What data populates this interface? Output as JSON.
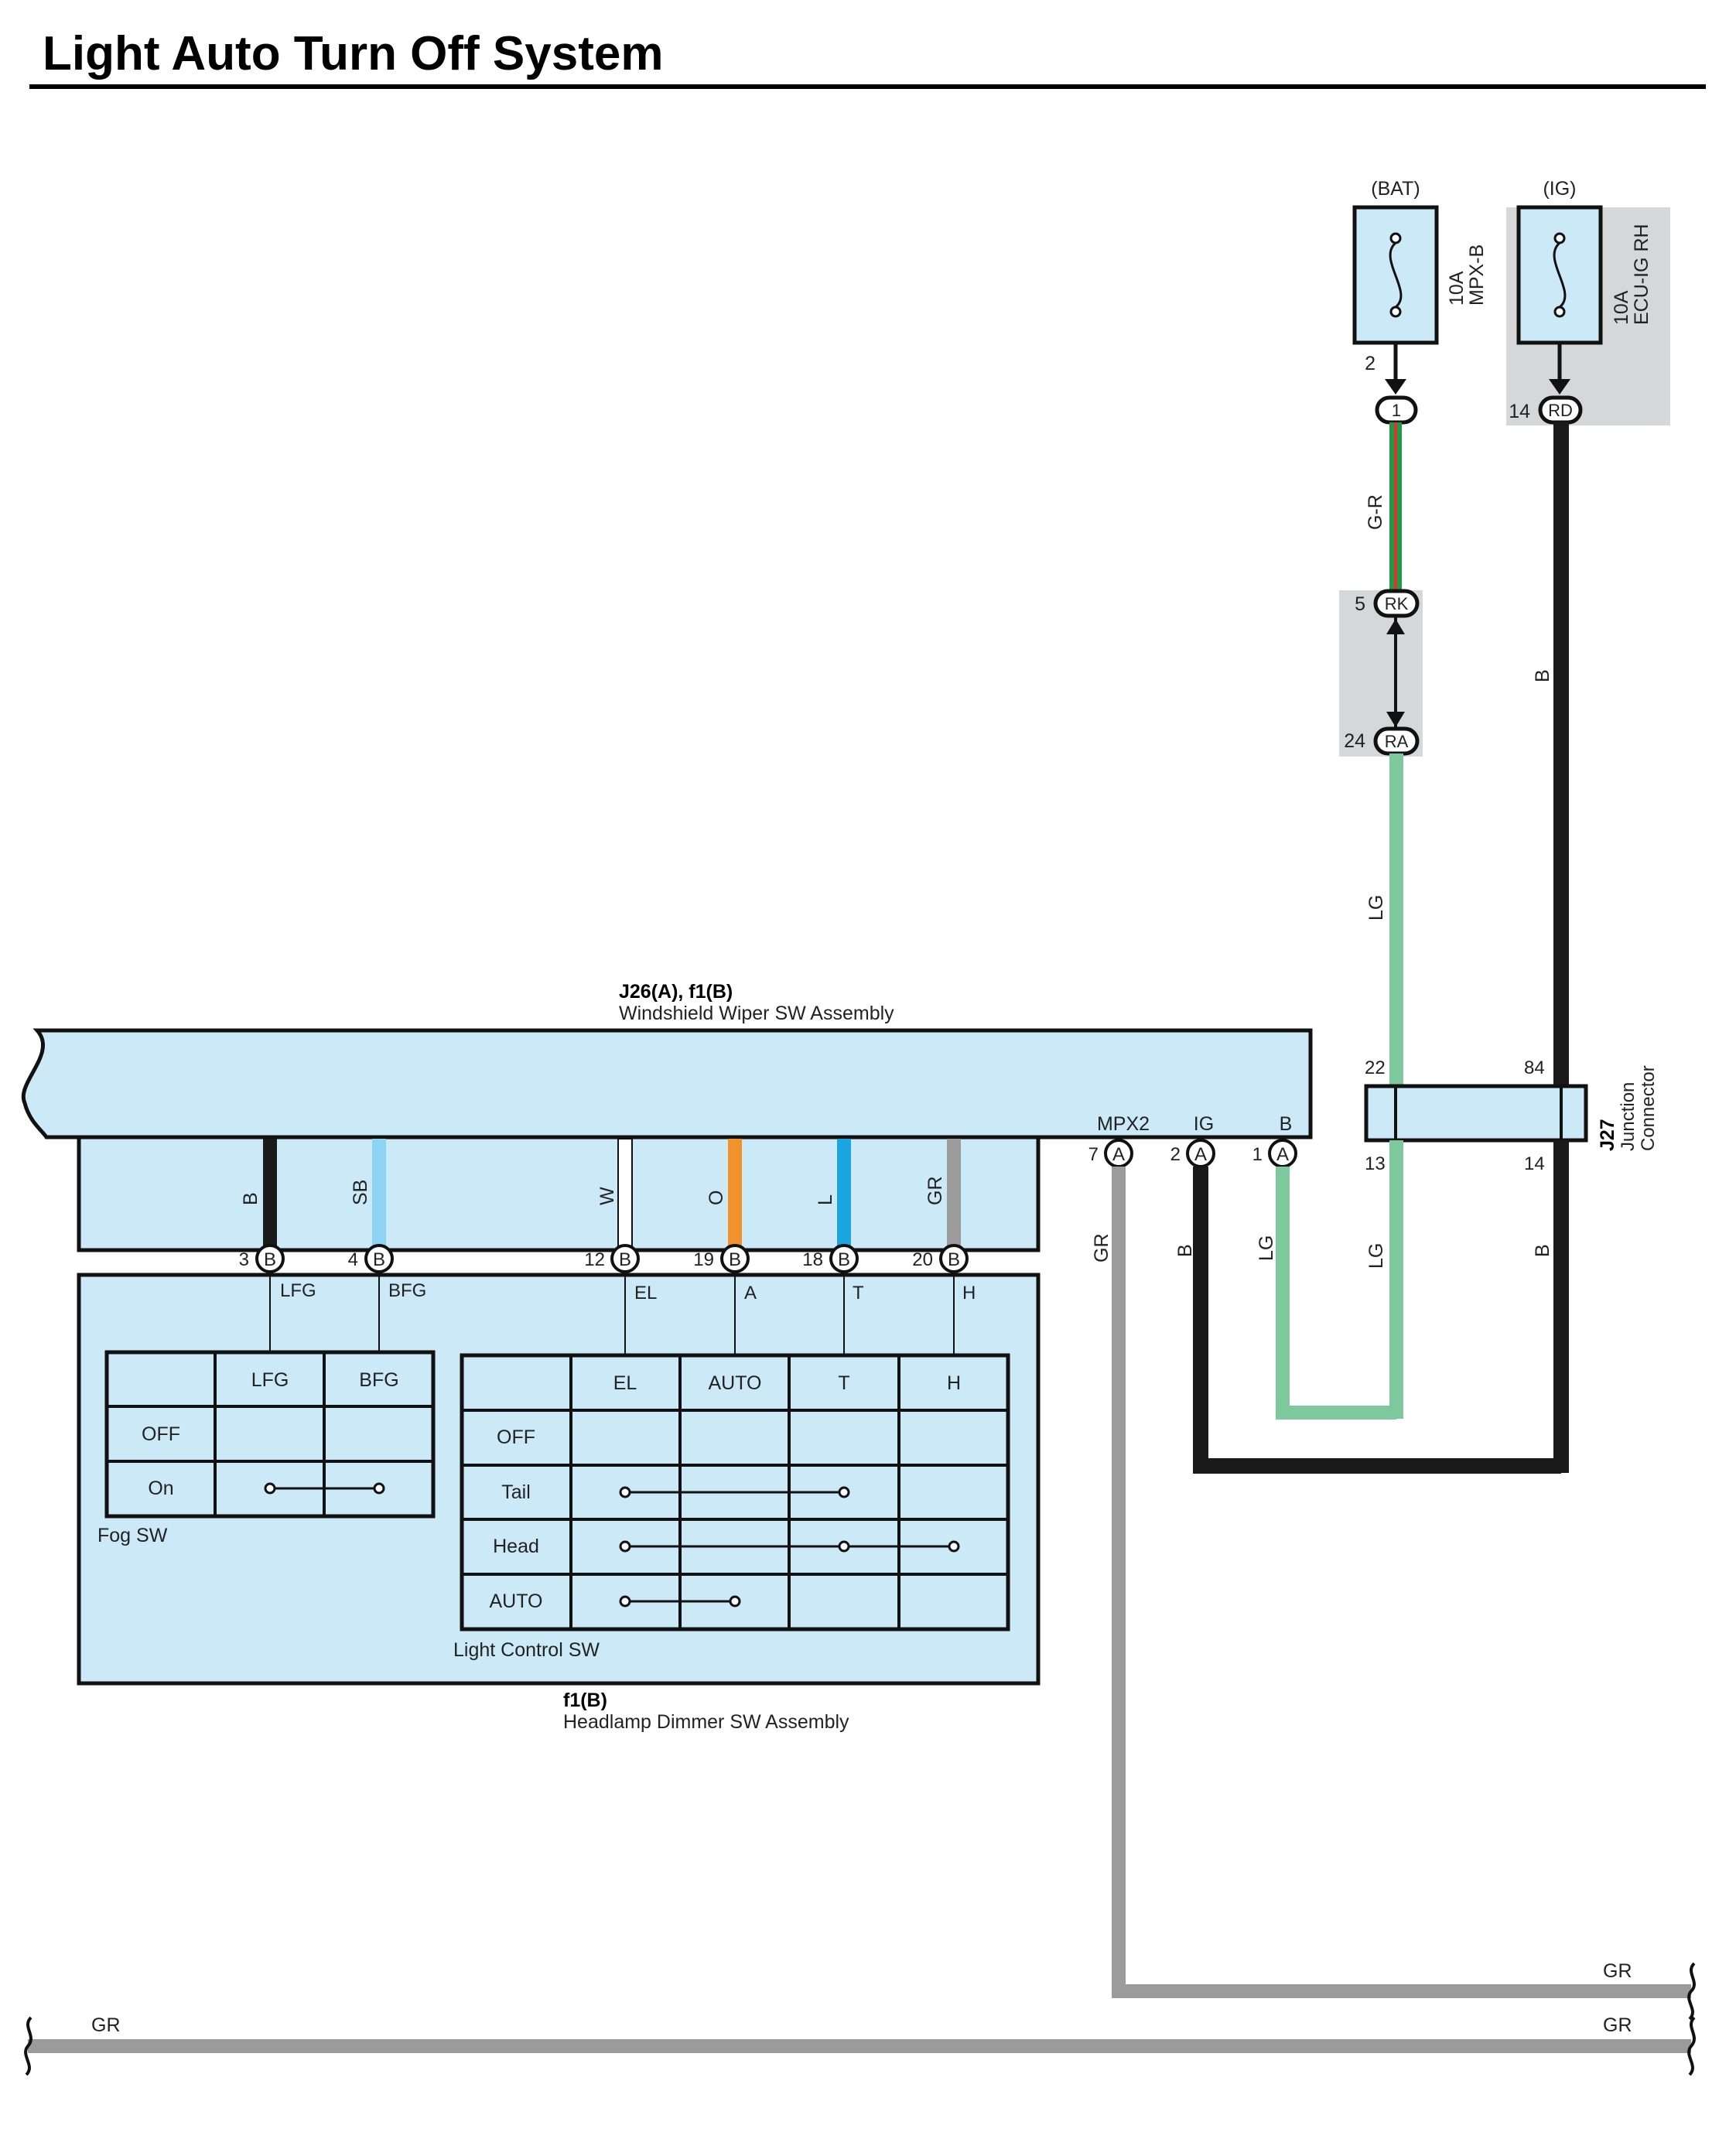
{
  "title": "Light Auto Turn Off System",
  "colors": {
    "panel": "#cce9f7",
    "shade": "#d6d7d8",
    "black_wire": "#1a1a1a",
    "lg_wire": "#7dc89d",
    "gr_wire": "#9b9b9b",
    "sb_wire": "#8fd3f4",
    "o_wire": "#f2922c",
    "l_wire": "#1aa5e0",
    "green": "#1f9a4b",
    "red": "#e0352b"
  },
  "fuses": {
    "bat": {
      "source": "(BAT)",
      "amps": "10A",
      "name": "MPX-B",
      "pin": "2",
      "connector": "1"
    },
    "ig": {
      "source": "(IG)",
      "amps": "10A",
      "name": "ECU-IG RH",
      "pin": "14",
      "connector": "RD"
    }
  },
  "wires": {
    "g_r": "G-R",
    "b": "B",
    "lg": "LG",
    "gr": "GR",
    "w": "W",
    "sb": "SB",
    "o": "O",
    "l": "L"
  },
  "inline_connectors": {
    "rk": {
      "pin": "5",
      "label": "RK"
    },
    "ra": {
      "pin": "24",
      "label": "RA"
    }
  },
  "junction": {
    "id": "J27",
    "name_line1": "Junction",
    "name_line2": "Connector",
    "pin_22": "22",
    "pin_84": "84",
    "pin_13": "13",
    "pin_14": "14"
  },
  "wiper_assembly": {
    "id": "J26(A), f1(B)",
    "name": "Windshield Wiper SW Assembly",
    "terminals": [
      {
        "label": "MPX2",
        "pin": "7",
        "conn": "A"
      },
      {
        "label": "IG",
        "pin": "2",
        "conn": "A"
      },
      {
        "label": "B",
        "pin": "1",
        "conn": "A"
      }
    ],
    "bottom_pins": [
      {
        "pin": "3",
        "conn": "B",
        "wire": "B",
        "term": "LFG"
      },
      {
        "pin": "4",
        "conn": "B",
        "wire": "SB",
        "term": "BFG"
      },
      {
        "pin": "12",
        "conn": "B",
        "wire": "W",
        "term": "EL"
      },
      {
        "pin": "19",
        "conn": "B",
        "wire": "O",
        "term": "A"
      },
      {
        "pin": "18",
        "conn": "B",
        "wire": "L",
        "term": "T"
      },
      {
        "pin": "20",
        "conn": "B",
        "wire": "GR",
        "term": "H"
      }
    ]
  },
  "dimmer_assembly": {
    "id": "f1(B)",
    "name": "Headlamp Dimmer SW Assembly"
  },
  "fog_sw": {
    "label": "Fog SW",
    "columns": [
      "LFG",
      "BFG"
    ],
    "rows": [
      "OFF",
      "On"
    ]
  },
  "light_control_sw": {
    "label": "Light Control SW",
    "columns": [
      "EL",
      "AUTO",
      "T",
      "H"
    ],
    "rows": [
      "OFF",
      "Tail",
      "Head",
      "AUTO"
    ]
  },
  "bottom_wires": {
    "right_upper": "GR",
    "right_lower": "GR",
    "left_lower": "GR"
  }
}
